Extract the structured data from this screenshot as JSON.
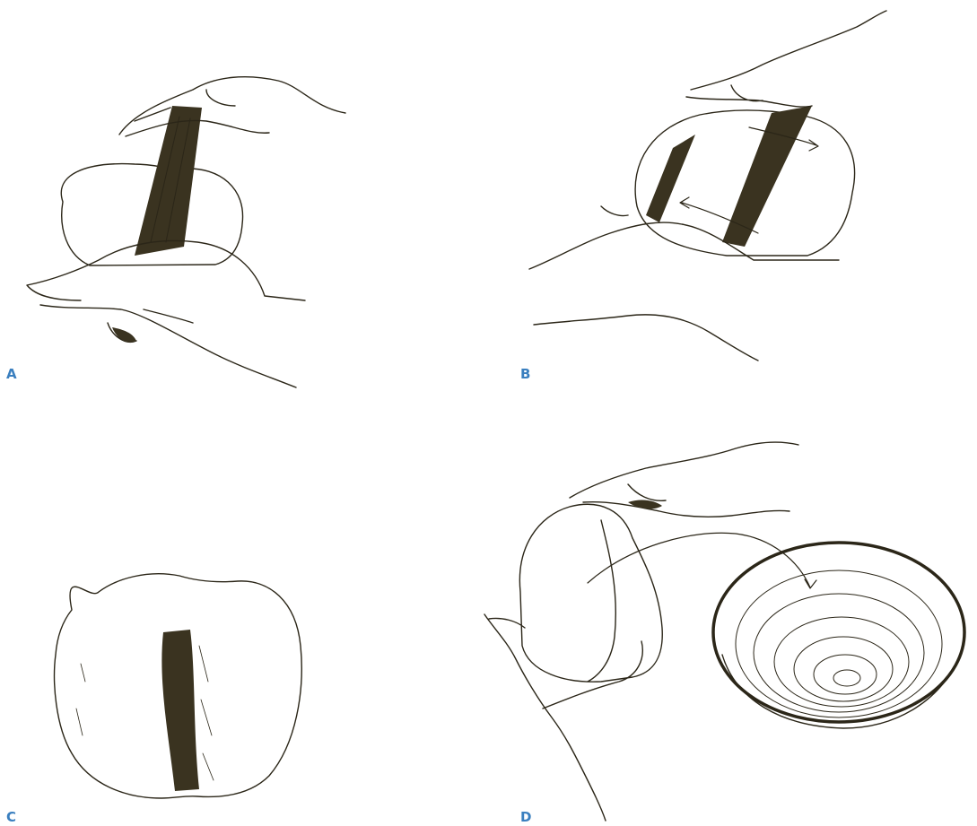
{
  "panels": [
    {
      "id": "A",
      "label": "A"
    },
    {
      "id": "B",
      "label": "B"
    },
    {
      "id": "C",
      "label": "C"
    },
    {
      "id": "D",
      "label": "D"
    }
  ],
  "colors": {
    "label": "#3a7fbf",
    "ink": "#2b2618",
    "background": "#ffffff"
  }
}
